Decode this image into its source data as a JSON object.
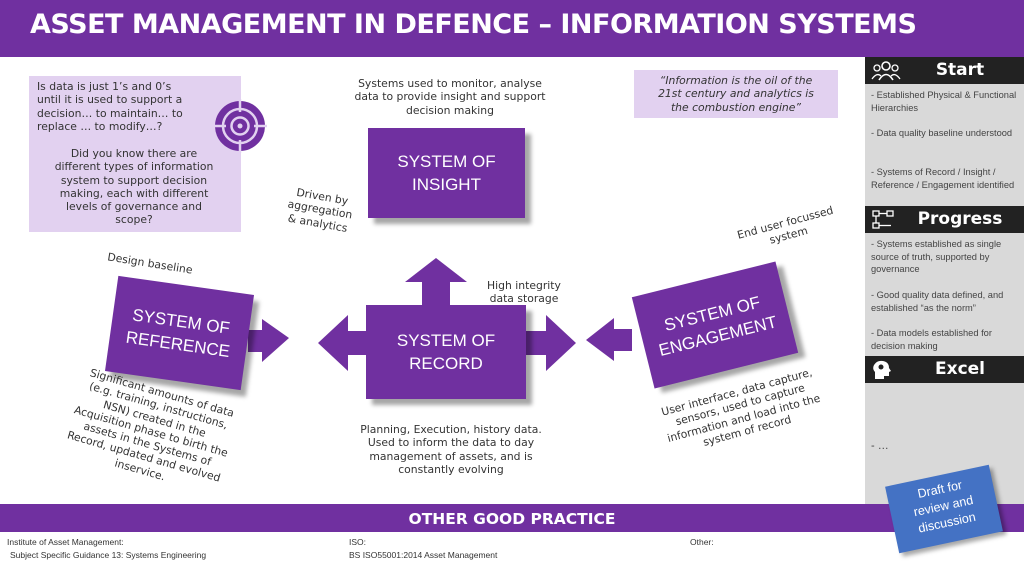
{
  "header": {
    "title": "ASSET MANAGEMENT IN DEFENCE – INFORMATION SYSTEMS"
  },
  "questions": {
    "q1": [
      "Is data is just 1’s and 0’s",
      "until it is used to support a",
      "decision… to maintain… to",
      "replace … to modify…?"
    ],
    "q2": [
      "Did you know there are",
      "different types of information",
      "system to support decision",
      "making, each with different",
      "levels of governance and",
      "scope?"
    ],
    "icon": "target-icon"
  },
  "quote": [
    "“Information is the oil of the",
    "21st century and analytics is",
    "the combustion engine”"
  ],
  "systems": {
    "insight": [
      "SYSTEM OF",
      "INSIGHT"
    ],
    "record": [
      "SYSTEM OF",
      "RECORD"
    ],
    "reference": [
      "SYSTEM OF",
      "REFERENCE"
    ],
    "engagement": [
      "SYSTEM OF",
      "ENGAGEMENT"
    ]
  },
  "labels": {
    "insight_desc": [
      "Systems used to monitor, analyse",
      "data to provide insight and support",
      "decision making"
    ],
    "driven_by": [
      "Driven by",
      "aggregation",
      "& analytics"
    ],
    "high_integrity": [
      "High integrity",
      "data storage"
    ],
    "design_baseline": "Design baseline",
    "end_user": [
      "End user focussed",
      "system"
    ],
    "record_desc": [
      "Planning, Execution, history data.",
      "Used to inform the data to day",
      "management of assets, and is",
      "constantly evolving"
    ],
    "reference_desc": [
      "Significant amounts of data",
      "(e.g. training, instructions,",
      "NSN) created in the",
      "Acquisition phase to birth the",
      "assets in the Systems of",
      "Record, updated and evolved",
      "inservice."
    ],
    "engagement_desc": [
      "User interface, data capture,",
      "sensors, used to capture",
      "information and load into the",
      "system of record"
    ]
  },
  "sidebar": {
    "start": {
      "label": "Start",
      "icon": "people-icon",
      "items": [
        "- Established Physical & Functional Hierarchies",
        "- Data quality baseline understood",
        "- Systems of Record / Insight / Reference / Engagement identified"
      ]
    },
    "progress": {
      "label": "Progress",
      "icon": "flowchart-icon",
      "items": [
        "- Systems established as single source of truth, supported by governance",
        "- Good quality data defined, and established “as the norm”",
        "- Data models established for decision making"
      ]
    },
    "excel": {
      "label": "Excel",
      "icon": "head-idea-icon",
      "items": [
        "- …"
      ]
    }
  },
  "sticky": [
    "Draft for",
    "review and",
    "discussion"
  ],
  "footer": {
    "title": "OTHER GOOD PRACTICE",
    "iam_label": "Institute of Asset Management:",
    "iam_value": "Subject Specific Guidance 13: Systems Engineering",
    "iso_label": "ISO:",
    "iso_value": "BS ISO55001:2014 Asset Management",
    "other_label": "Other:"
  },
  "colors": {
    "purple": "#7030a0",
    "lilac": "#e2d1f0",
    "sidebar": "#d9d9d9",
    "dark": "#222222",
    "sticky": "#4472c4"
  }
}
